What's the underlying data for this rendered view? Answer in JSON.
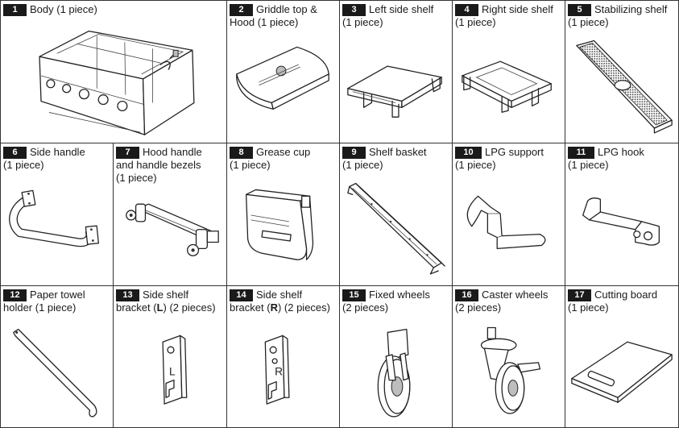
{
  "parts": [
    {
      "number": "1",
      "name": "Body",
      "qty": "(1 piece)",
      "icon": "grill-body-icon"
    },
    {
      "number": "2",
      "name": "Griddle top &",
      "name2": "Hood",
      "qty": "(1 piece)",
      "icon": "griddle-hood-icon"
    },
    {
      "number": "3",
      "name": "Left side shelf",
      "qty": "(1 piece)",
      "icon": "left-shelf-icon"
    },
    {
      "number": "4",
      "name": "Right side shelf",
      "qty": "(1 piece)",
      "icon": "right-shelf-icon"
    },
    {
      "number": "5",
      "name": "Stabilizing shelf",
      "qty": "(1 piece)",
      "icon": "stabilizing-shelf-icon"
    },
    {
      "number": "6",
      "name": "Side handle",
      "qty": "(1 piece)",
      "icon": "side-handle-icon"
    },
    {
      "number": "7",
      "name": "Hood handle",
      "name2": "and handle bezels",
      "qty": "(1 piece)",
      "icon": "hood-handle-icon"
    },
    {
      "number": "8",
      "name": "Grease cup",
      "qty": "(1 piece)",
      "icon": "grease-cup-icon"
    },
    {
      "number": "9",
      "name": "Shelf basket",
      "qty": "(1 piece)",
      "icon": "shelf-basket-icon"
    },
    {
      "number": "10",
      "name": "LPG support",
      "qty": "(1 piece)",
      "icon": "lpg-support-icon"
    },
    {
      "number": "11",
      "name": "LPG hook",
      "qty": "(1 piece)",
      "icon": "lpg-hook-icon"
    },
    {
      "number": "12",
      "name": "Paper towel",
      "name2": "holder (1 piece)",
      "qty": "",
      "icon": "paper-towel-holder-icon"
    },
    {
      "number": "13",
      "name": "Side shelf",
      "name2a": "bracket (",
      "mark": "L",
      "name2b": ") (2 pieces)",
      "icon": "shelf-bracket-left-icon",
      "stamp": "L"
    },
    {
      "number": "14",
      "name": "Side shelf",
      "name2a": "bracket (",
      "mark": "R",
      "name2b": ") (2 pieces)",
      "icon": "shelf-bracket-right-icon",
      "stamp": "R"
    },
    {
      "number": "15",
      "name": "Fixed wheels",
      "qty": "(2 pieces)",
      "icon": "fixed-wheel-icon"
    },
    {
      "number": "16",
      "name": "Caster wheels",
      "qty": "(2 pieces)",
      "icon": "caster-wheel-icon"
    },
    {
      "number": "17",
      "name": "Cutting board",
      "qty": "(1 piece)",
      "icon": "cutting-board-icon"
    }
  ]
}
